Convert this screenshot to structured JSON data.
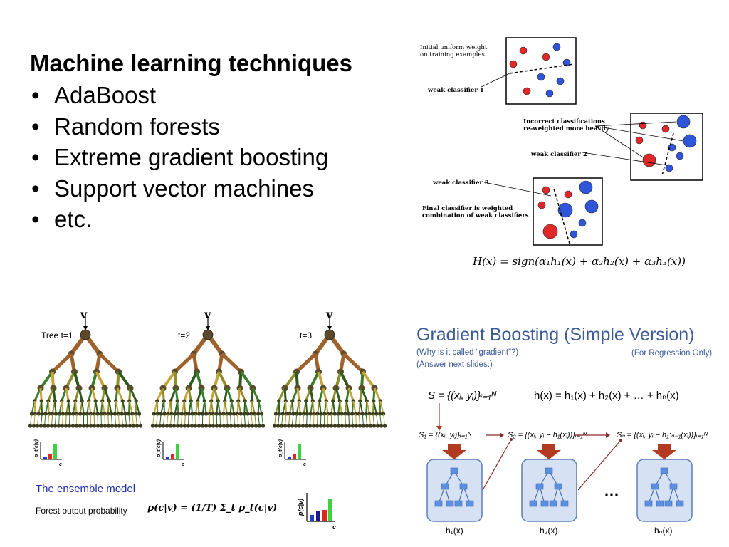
{
  "slide": {
    "title": "Machine learning techniques",
    "bullets": [
      "AdaBoost",
      "Random forests",
      "Extreme gradient boosting",
      "Support vector machines",
      "etc."
    ]
  },
  "adaboost": {
    "label_initial_line1": "Initial uniform weight",
    "label_initial_line2": "on training examples",
    "label_wc1": "weak classifier 1",
    "label_incorrect_line1": "Incorrect classifications",
    "label_incorrect_line2": "re-weighted more heavily",
    "label_wc2": "weak classifier 2",
    "label_wc3": "weak classifier 3",
    "label_final_line1": "Final classifier is weighted",
    "label_final_line2": "combination of weak classifiers",
    "formula": "H(x) = sign(α₁h₁(x) + α₂h₂(x) + α₃h₃(x))",
    "colors": {
      "red": "#e02828",
      "blue": "#2f55d8"
    }
  },
  "random_forest": {
    "v_label": "v",
    "tree_labels": [
      "Tree t=1",
      "t=2",
      "t=3"
    ],
    "axis_ylabel": "p_t(c|v)",
    "axis_xlabel": "c",
    "ensemble_title": "The ensemble model",
    "forest_output_label": "Forest output probability",
    "formula": "p(c|v) = (1/T) Σ_t p_t(c|v)",
    "big_axis_ylabel": "p(c|v)",
    "big_axis_xlabel": "c",
    "colors": {
      "branch": "#a0622c",
      "node": "#5a4a2a",
      "blue": "#1e3fcc",
      "red": "#e0281e",
      "green": "#3ed23e"
    }
  },
  "gradient_boosting": {
    "title": "Gradient Boosting (Simple Version)",
    "note_left_1": "(Why is it called “gradient”?)",
    "note_left_2": "(Answer next slides.)",
    "note_right": "(For Regression Only)",
    "dataset_formula": "S = {(xᵢ, yᵢ)}ᵢ₌₁ᴺ",
    "model_formula": "h(x) = h₁(x) + h₂(x) + … + hₙ(x)",
    "step_formulas": [
      "S₁ = {(xᵢ, yᵢ)}ᵢ₌₁ᴺ",
      "S₂ = {(xᵢ, yᵢ − h₁(xᵢ))}ᵢ₌₁ᴺ",
      "Sₙ = {(xᵢ, yᵢ − h₁:ₙ₋₁(xᵢ))}ᵢ₌₁ᴺ"
    ],
    "ellipsis": "…",
    "tree_captions": [
      "h₁(x)",
      "h₂(x)",
      "hₙ(x)"
    ],
    "colors": {
      "title": "#3c5b96",
      "tree_box": "#d6e2f3",
      "tree_node": "#5b8fe0",
      "arrow_down": "#b33a22",
      "arrow_right": "#8a2a2a"
    }
  }
}
